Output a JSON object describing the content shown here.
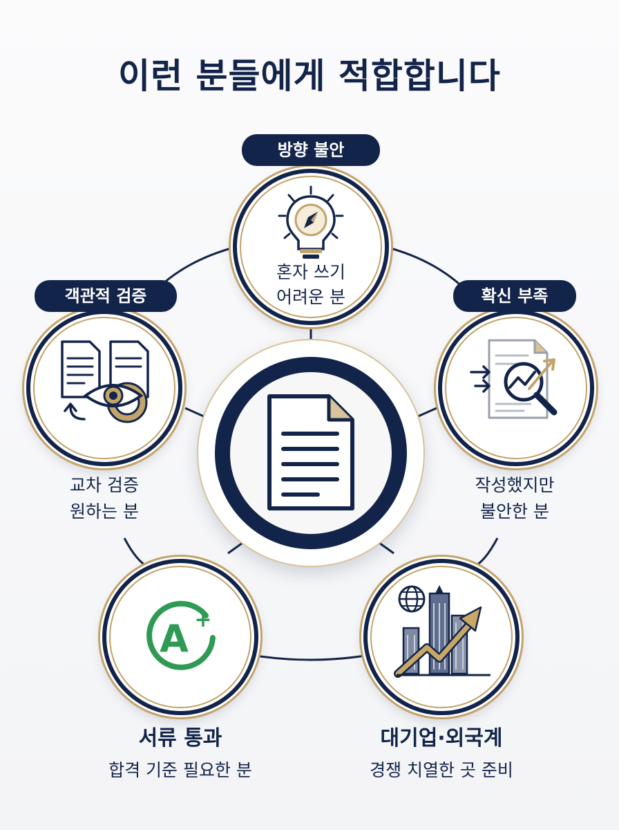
{
  "title": "이런 분들에게 적합합니다",
  "nodes": {
    "top": {
      "tag": "방향 불안",
      "line1": "혼자 쓰기",
      "line2": "어려운 분",
      "icon": "compass-bulb-icon"
    },
    "left": {
      "tag": "객관적 검증",
      "line1": "교차 검증",
      "line2": "원하는 분",
      "icon": "document-eye-gear-icon"
    },
    "right": {
      "tag": "확신 부족",
      "line1": "작성했지만",
      "line2": "불안한 분",
      "icon": "document-magnifier-chart-icon"
    },
    "bottom_left": {
      "title": "서류 통과",
      "subtitle": "합격 기준 필요한 분",
      "icon": "a-plus-grade-icon",
      "icon_text": "A",
      "icon_sup": "+"
    },
    "bottom_right": {
      "title": "대기업·외국계",
      "subtitle": "경쟁 치열한 곳 준비",
      "icon": "skyscraper-growth-icon"
    }
  },
  "center": {
    "icon": "document-icon"
  },
  "colors": {
    "navy": "#13244a",
    "gold": "#c2a36a",
    "green": "#2e9a53",
    "background": "#f6f6f7"
  }
}
